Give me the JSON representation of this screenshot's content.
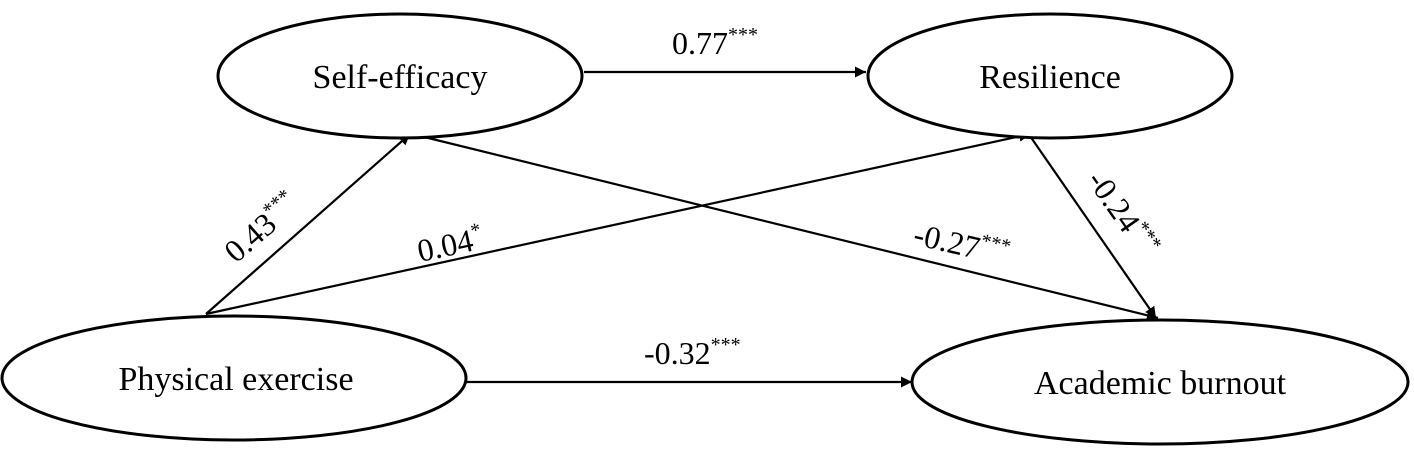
{
  "nodes": {
    "self_efficacy": "Self-efficacy",
    "resilience": "Resilience",
    "physical_exercise": "Physical exercise",
    "academic_burnout": "Academic burnout"
  },
  "paths": {
    "self_efficacy_to_resilience": {
      "coef": "0.77",
      "sig": "***"
    },
    "exercise_to_self_efficacy": {
      "coef": "0.43",
      "sig": "***"
    },
    "exercise_to_resilience": {
      "coef": "0.04",
      "sig": "*"
    },
    "self_efficacy_to_burnout": {
      "coef": "-0.27",
      "sig": "***"
    },
    "resilience_to_burnout": {
      "coef": "-0.24",
      "sig": "***"
    },
    "exercise_to_burnout": {
      "coef": "-0.32",
      "sig": "***"
    }
  }
}
